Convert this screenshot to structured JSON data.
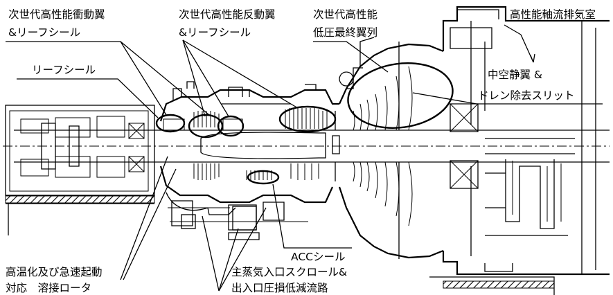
{
  "labels": {
    "label_1": "次世代高性能衝動翼",
    "label_2": "&リーフシール",
    "label_3": "次世代高性能反動翼",
    "label_4": "&リーフシール",
    "label_5": "次世代高性能",
    "label_6": "低圧最終翼列",
    "label_7": "高性能軸流排気室",
    "label_8": "リーフシール",
    "label_9": "中空静翼 &",
    "label_10": "ドレン除去スリット",
    "label_11": "ACCシール",
    "label_12": "高温化及び急速起動",
    "label_13": "対応　溶接ロータ",
    "label_14": "主蒸気入口スクロール&",
    "label_15": "出入口圧損低減流路"
  }
}
